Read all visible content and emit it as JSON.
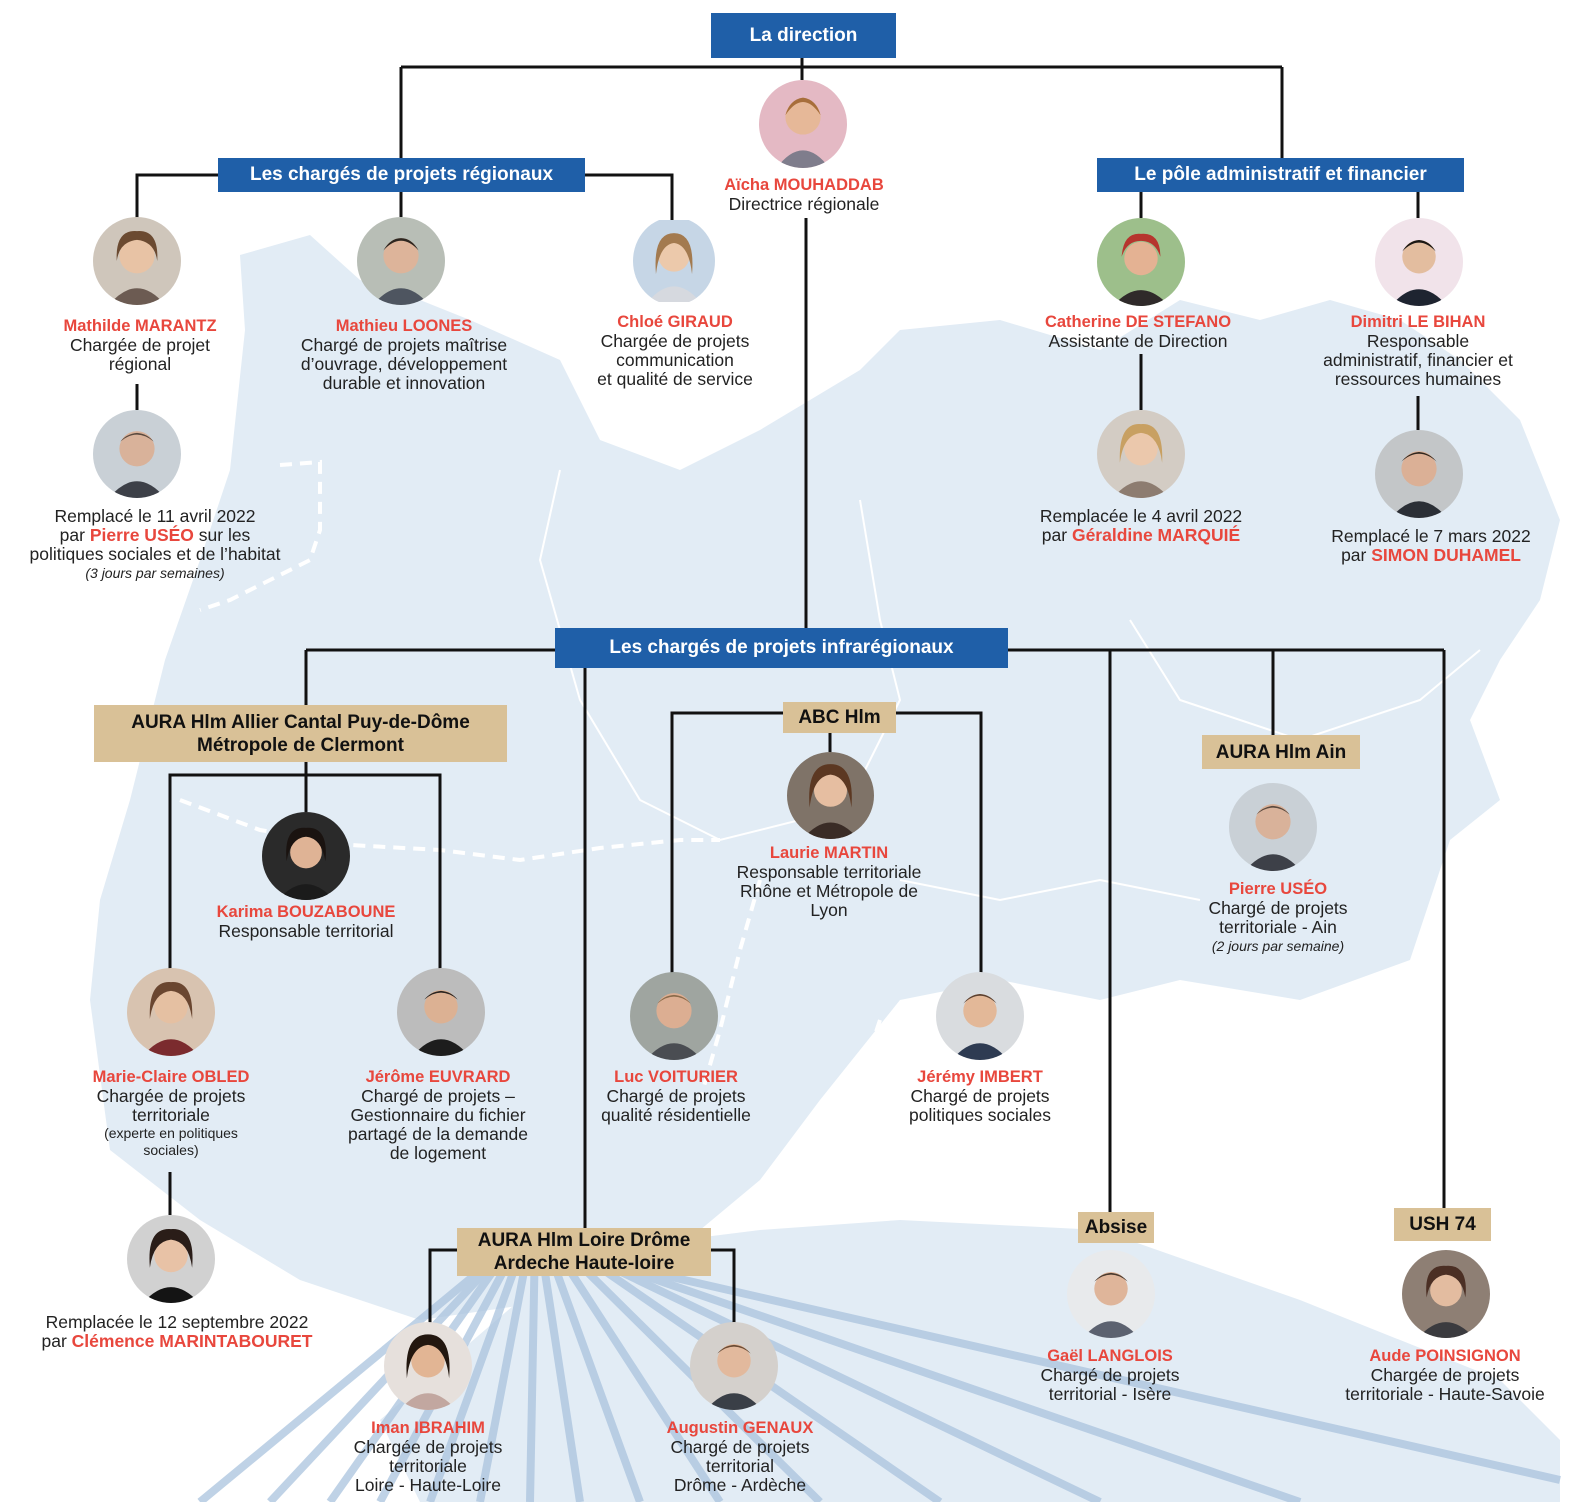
{
  "headers": {
    "direction": "La direction",
    "regionaux": "Les chargés de projets régionaux",
    "admin": "Le pôle administratif et financier",
    "infra": "Les chargés de projets infrarégionaux"
  },
  "orgs": {
    "allier_l1": "AURA Hlm Allier Cantal Puy-de-Dôme",
    "allier_l2": "Métropole de Clermont",
    "abc": "ABC Hlm",
    "ain": "AURA Hlm Ain",
    "absise": "Absise",
    "ush": "USH 74",
    "loire_l1": "AURA Hlm Loire Drôme",
    "loire_l2": "Ardeche Haute-loire"
  },
  "people": {
    "aicha": {
      "name": "Aïcha MOUHADDAB",
      "l1": "Directrice régionale"
    },
    "mathilde": {
      "name": "Mathilde MARANTZ",
      "l1": "Chargée de projet",
      "l2": "régional"
    },
    "mathieu": {
      "name": "Mathieu LOONES",
      "l1": "Chargé de projets maîtrise",
      "l2": "d’ouvrage, développement",
      "l3": "durable et innovation"
    },
    "chloe": {
      "name": "Chloé GIRAUD",
      "l1": "Chargée de projets",
      "l2": "communication",
      "l3": "et qualité de service"
    },
    "catherine": {
      "name": "Catherine DE STEFANO",
      "l1": "Assistante de Direction"
    },
    "dimitri": {
      "name": "Dimitri LE BIHAN",
      "l1": "Responsable",
      "l2": "administratif, financier et",
      "l3": "ressources humaines"
    },
    "karima": {
      "name": "Karima BOUZABOUNE",
      "l1": "Responsable territorial"
    },
    "marieclaire": {
      "name": "Marie-Claire OBLED",
      "l1": "Chargée de projets",
      "l2": "territoriale",
      "s1": "(experte en politiques",
      "s2": "sociales)"
    },
    "jerome": {
      "name": "Jérôme EUVRARD",
      "l1": "Chargé de projets –",
      "l2": "Gestionnaire du fichier",
      "l3": "partagé de la demande",
      "l4": "de logement"
    },
    "laurie": {
      "name": "Laurie MARTIN",
      "l1": "Responsable territoriale",
      "l2": "Rhône et Métropole de",
      "l3": "Lyon"
    },
    "luc": {
      "name": "Luc VOITURIER",
      "l1": "Chargé de projets",
      "l2": "qualité résidentielle"
    },
    "jeremy": {
      "name": "Jérémy IMBERT",
      "l1": "Chargé de projets",
      "l2": "politiques sociales"
    },
    "pierre": {
      "name": "Pierre USÉO",
      "l1": "Chargé de projets",
      "l2": "territoriale - Ain",
      "it": "(2 jours par semaine)"
    },
    "gael": {
      "name": "Gaël LANGLOIS",
      "l1": "Chargé de projets",
      "l2": "territorial - Isère"
    },
    "aude": {
      "name": "Aude POINSIGNON",
      "l1": "Chargée de projets",
      "l2": "territoriale - Haute-Savoie"
    },
    "iman": {
      "name": "Iman IBRAHIM",
      "l1": "Chargée de projets",
      "l2": "territoriale",
      "l3": "Loire - Haute-Loire"
    },
    "augustin": {
      "name": "Augustin GENAUX",
      "l1": "Chargé de projets",
      "l2": "territorial",
      "l3": "Drôme - Ardèche"
    }
  },
  "replacements": {
    "mathilde": {
      "l1": "Remplacé le 11 avril 2022",
      "pre": "par ",
      "name": "Pierre USÉO",
      "post": " sur les",
      "l3": "politiques sociales et de l’habitat",
      "it": "(3 jours par semaines)"
    },
    "catherine": {
      "l1": "Remplacée le 4 avril 2022",
      "pre": "par ",
      "name": "Géraldine MARQUIÉ"
    },
    "dimitri": {
      "l1": "Remplacé le 7 mars 2022",
      "pre": "par ",
      "name": "SIMON DUHAMEL"
    },
    "marieclaire": {
      "l1": "Remplacée le 12 septembre 2022",
      "pre": "par ",
      "name": "Clémence MARINTABOURET"
    }
  },
  "colors": {
    "header_blue": "#1f5fa8",
    "org_tan": "#d9c197",
    "name_red": "#e8473d",
    "map_blue": "#e2ecf5"
  }
}
